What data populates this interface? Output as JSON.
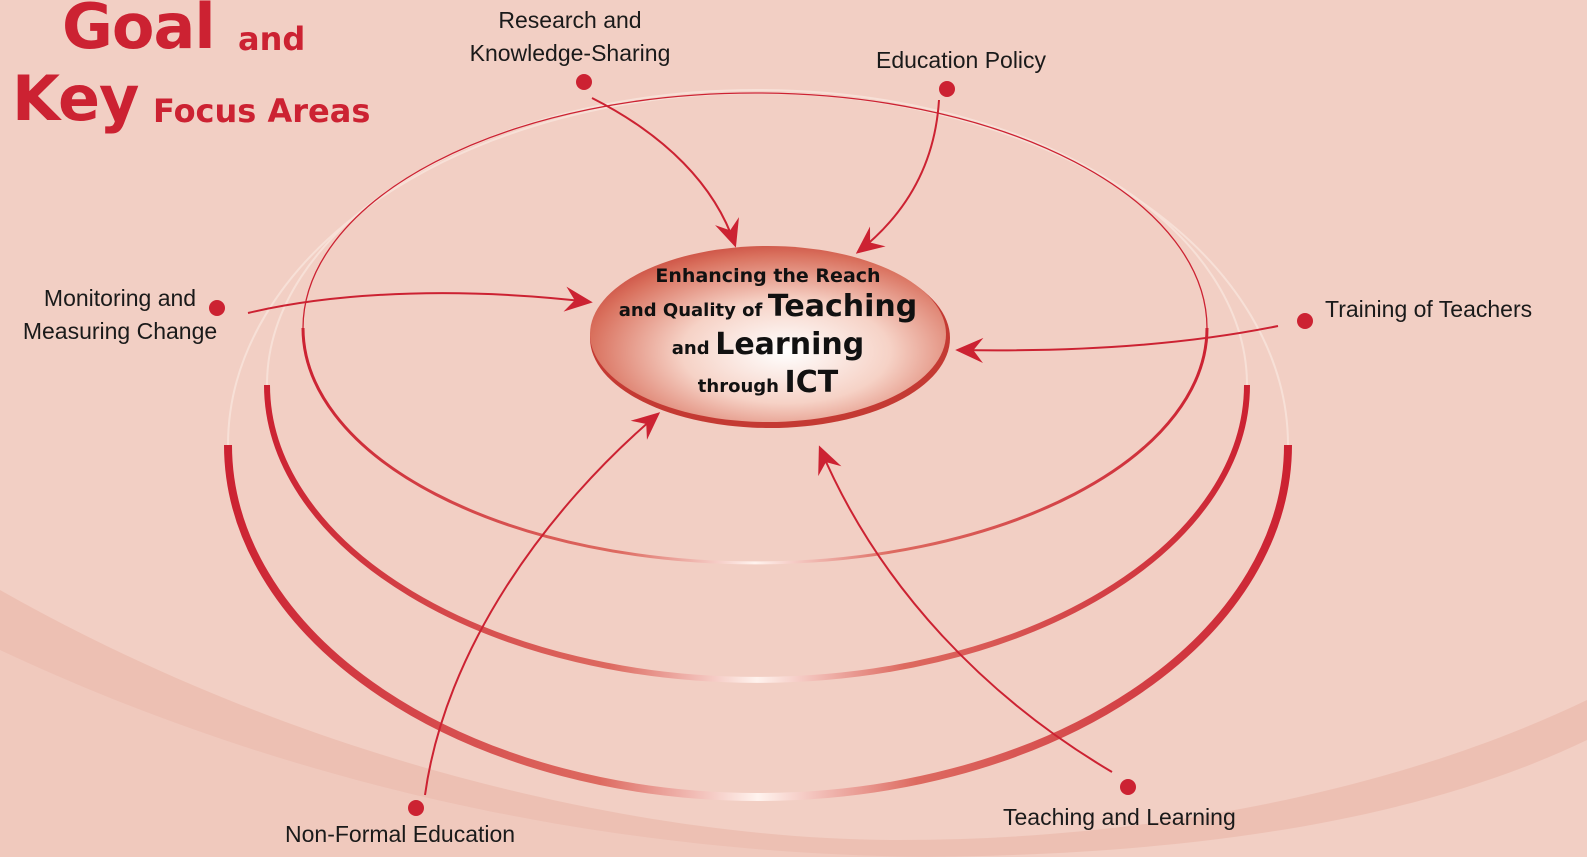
{
  "title": {
    "word_goal": "Goal",
    "word_and": "and",
    "word_key": "Key",
    "word_focus": "Focus Areas"
  },
  "center": {
    "line1": "Enhancing the Reach",
    "line2_small": "and Quality of",
    "line2_big": "Teaching",
    "line3_small": "and",
    "line3_big": "Learning",
    "line4_small": "through",
    "line4_big": "ICT"
  },
  "focus_areas": [
    {
      "id": "research",
      "lines": [
        "Research and",
        "Knowledge-Sharing"
      ]
    },
    {
      "id": "policy",
      "lines": [
        "Education Policy"
      ]
    },
    {
      "id": "monitoring",
      "lines": [
        "Monitoring and",
        "Measuring Change"
      ]
    },
    {
      "id": "training",
      "lines": [
        "Training of Teachers"
      ]
    },
    {
      "id": "nonformal",
      "lines": [
        "Non-Formal Education"
      ]
    },
    {
      "id": "teaching",
      "lines": [
        "Teaching and Learning"
      ]
    }
  ],
  "colors": {
    "accent": "#cc2232",
    "background": "#f2cfc4",
    "ring_light": "#fbe9e2",
    "text": "#1a1a1a"
  }
}
